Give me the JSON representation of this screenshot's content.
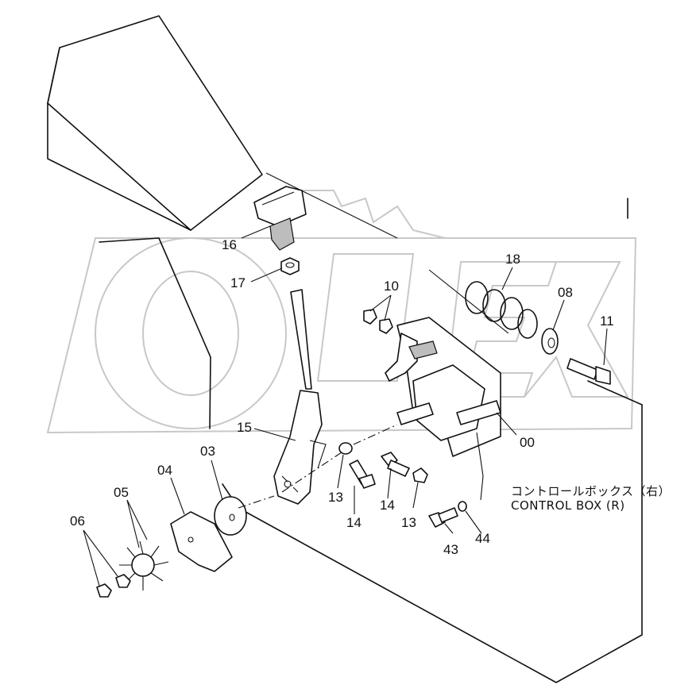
{
  "caption": {
    "jp": "コントロールボックス（右）",
    "en": "CONTROL BOX (R)"
  },
  "watermark": "OPEX",
  "labels": {
    "l00": "00",
    "l03": "03",
    "l04": "04",
    "l05": "05",
    "l06": "06",
    "l08": "08",
    "l10": "10",
    "l11": "11",
    "l13a": "13",
    "l13b": "13",
    "l14a": "14",
    "l14b": "14",
    "l15": "15",
    "l16": "16",
    "l17": "17",
    "l18": "18",
    "l43": "43",
    "l44": "44"
  }
}
